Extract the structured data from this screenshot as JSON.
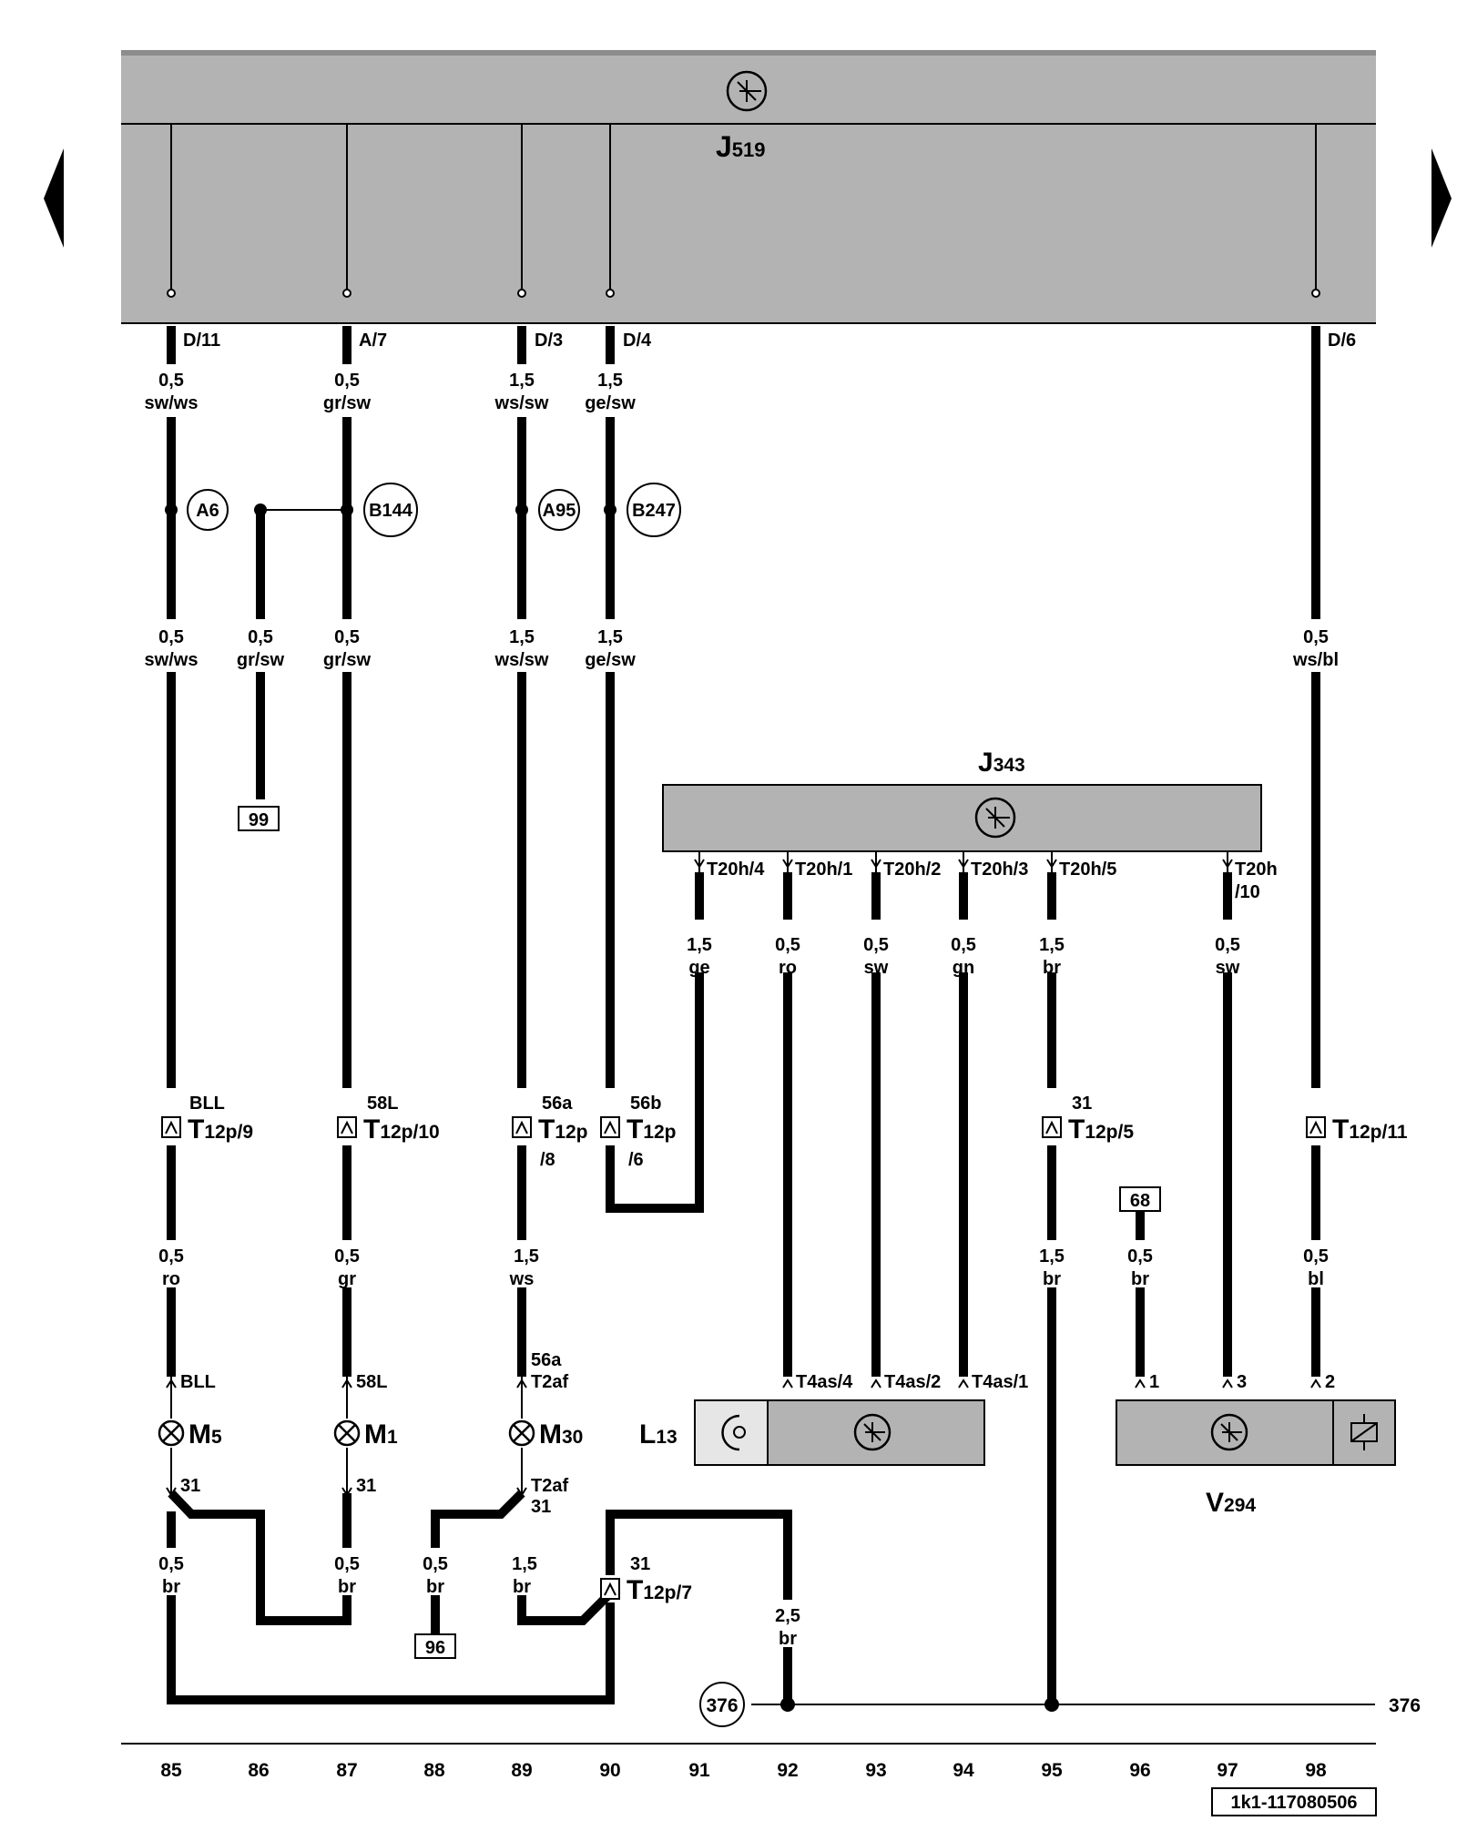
{
  "components": {
    "J519": {
      "letter": "J",
      "sub": "519"
    },
    "J343": {
      "letter": "J",
      "sub": "343"
    },
    "L13": {
      "letter": "L",
      "sub": "13"
    },
    "V294": {
      "letter": "V",
      "sub": "294"
    },
    "M5": {
      "letter": "M",
      "sub": "5"
    },
    "M1": {
      "letter": "M",
      "sub": "1"
    },
    "M30": {
      "letter": "M",
      "sub": "30"
    }
  },
  "j519_pins": [
    "D/11",
    "A/7",
    "D/3",
    "D/4",
    "D/6"
  ],
  "wire_labels": [
    [
      "0,5",
      "sw/ws"
    ],
    [
      "0,5",
      "gr/sw"
    ],
    [
      "1,5",
      "ws/sw"
    ],
    [
      "1,5",
      "ge/sw"
    ],
    [
      "0,5",
      "sw/ws"
    ],
    [
      "0,5",
      "gr/sw"
    ],
    [
      "0,5",
      "gr/sw"
    ],
    [
      "1,5",
      "ws/sw"
    ],
    [
      "1,5",
      "ge/sw"
    ],
    [
      "0,5",
      "ws/bl"
    ],
    [
      "1,5",
      "ge"
    ],
    [
      "0,5",
      "ro"
    ],
    [
      "0,5",
      "sw"
    ],
    [
      "0,5",
      "gn"
    ],
    [
      "1,5",
      "br"
    ],
    [
      "0,5",
      "sw"
    ],
    [
      "0,5",
      "ro"
    ],
    [
      "0,5",
      "gr"
    ],
    [
      "1,5",
      "ws"
    ],
    [
      "1,5",
      "br"
    ],
    [
      "0,5",
      "br"
    ],
    [
      "0,5",
      "bl"
    ],
    [
      "0,5",
      "br"
    ],
    [
      "0,5",
      "br"
    ],
    [
      "0,5",
      "br"
    ],
    [
      "1,5",
      "br"
    ],
    [
      "2,5",
      "br"
    ]
  ],
  "splices": [
    "A6",
    "B144",
    "A95",
    "B247"
  ],
  "refs": [
    "99",
    "68",
    "96"
  ],
  "ground_ref": "376",
  "ground_right_label": "376",
  "j343_pins": [
    "T20h/4",
    "T20h/1",
    "T20h/2",
    "T20h/3",
    "T20h/5",
    "T20h",
    "/10"
  ],
  "connectors": [
    {
      "top": "BLL",
      "main": "T",
      "sub": "12p/9",
      "extra": ""
    },
    {
      "top": "58L",
      "main": "T",
      "sub": "12p/10",
      "extra": ""
    },
    {
      "top": "56a",
      "main": "T",
      "sub": "12p",
      "extra": "/8"
    },
    {
      "top": "56b",
      "main": "T",
      "sub": "12p",
      "extra": "/6"
    },
    {
      "top": "31",
      "main": "T",
      "sub": "12p/5",
      "extra": ""
    },
    {
      "top": "",
      "main": "T",
      "sub": "12p/11",
      "extra": ""
    },
    {
      "top": "31",
      "main": "T",
      "sub": "12p/7",
      "extra": ""
    }
  ],
  "pin_labels": [
    "BLL",
    "58L",
    "56a",
    "T2af",
    "T4as/4",
    "T4as/2",
    "T4as/1",
    "1",
    "3",
    "2",
    "31",
    "31",
    "T2af",
    "31"
  ],
  "bottom_numbers": [
    "85",
    "86",
    "87",
    "88",
    "89",
    "90",
    "91",
    "92",
    "93",
    "94",
    "95",
    "96",
    "97",
    "98"
  ],
  "doc_id": "1k1-117080506"
}
